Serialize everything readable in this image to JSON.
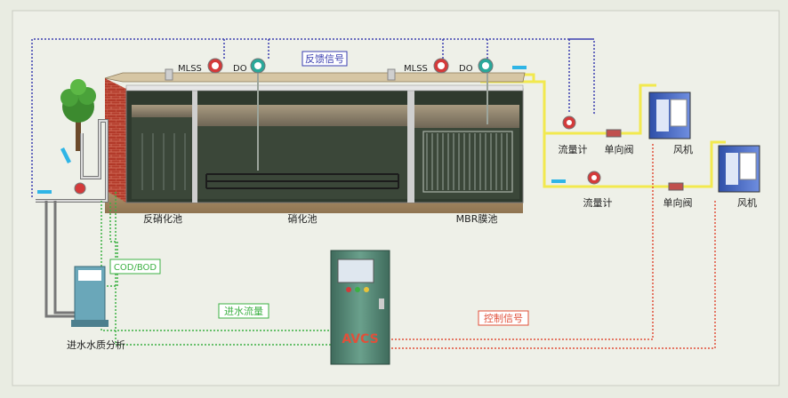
{
  "labels": {
    "feedback_signal": "反馈信号",
    "mlss_1": "MLSS",
    "do_1": "DO",
    "mlss_2": "MLSS",
    "do_2": "DO",
    "denitrification_tank": "反硝化池",
    "nitrification_tank": "硝化池",
    "mbr_tank": "MBR膜池",
    "flowmeter_1": "流量计",
    "check_valve_1": "单向阀",
    "blower_1": "风机",
    "flowmeter_2": "流量计",
    "check_valve_2": "单向阀",
    "blower_2": "风机",
    "cod_bod": "COD/BOD",
    "inflow_rate": "进水流量",
    "control_signal": "控制信号",
    "influent_analysis": "进水水质分析",
    "avcs": "AVCS"
  },
  "colors": {
    "feedback_line": "#3b3fb0",
    "green_line": "#3cb043",
    "control_line": "#e0503a",
    "air_line": "#f2e94e",
    "brick": "#b23a2a",
    "water": "#3e4a3c",
    "cabinet": "#4f7f6f",
    "label_box_bg": "#ffffff"
  },
  "icons": [
    "tree-icon",
    "sensor-icon",
    "flowmeter-icon",
    "valve-icon",
    "blower-icon",
    "analyzer-icon",
    "cabinet-icon"
  ]
}
